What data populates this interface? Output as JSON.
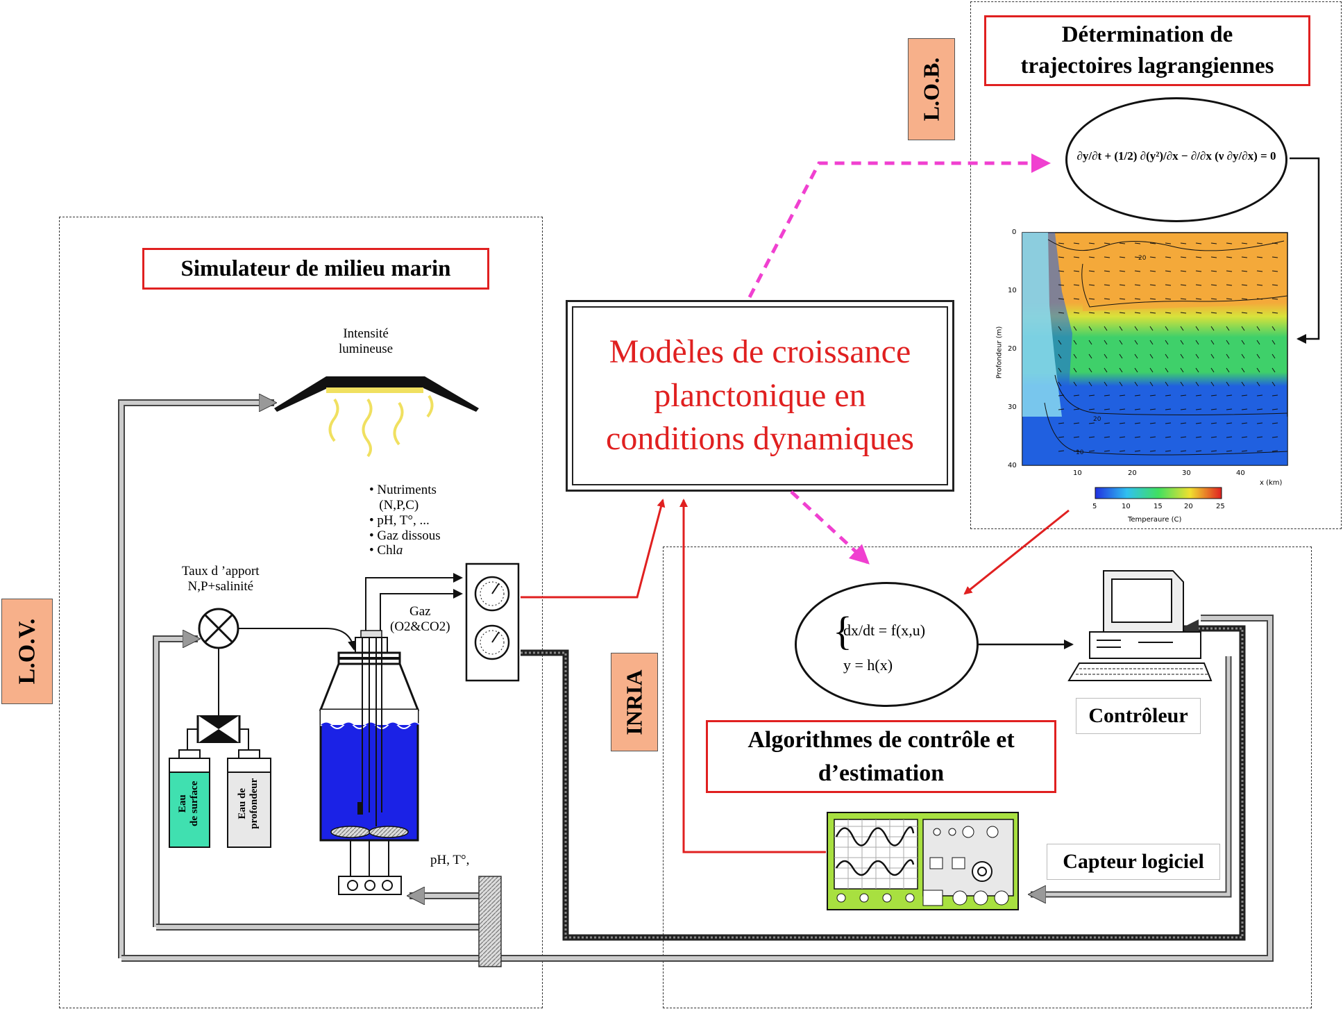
{
  "labs": {
    "lov": "L.O.V.",
    "lob": "L.O.B.",
    "inria": "INRIA"
  },
  "titles": {
    "simulator": "Simulateur de milieu marin",
    "lagrangian": "Détermination de\ntrajectoires lagrangiennes",
    "algorithms": "Algorithmes de contrôle et\nd’estimation",
    "controller": "Contrôleur",
    "soft_sensor": "Capteur logiciel"
  },
  "model": {
    "text": "Modèles de croissance\nplanctonique en\nconditions dynamiques"
  },
  "simulator": {
    "light": "Intensité\nlumineuse",
    "inputs_rate": "Taux d ’apport\nN,P+salinité",
    "measurements": "• Nutriments\n   (N,P,C)\n• pH, T°, ...\n• Gaz dissous\n• Chl",
    "chl_suffix": "a",
    "gas": "Gaz\n(O2&CO2)",
    "surface_water": "Eau\nde surface",
    "deep_water": "Eau de\nprofondeur",
    "ph_t": "pH, T°,"
  },
  "equations": {
    "burgers": "∂y/∂t + (1/2) ∂(y²)/∂x − ∂/∂x (ν ∂y/∂x) = 0",
    "system_line1": "dx/dt = f(x,u)",
    "system_line2": "y = h(x)"
  },
  "plot": {
    "ylabel": "Profondeur (m)",
    "xlabel": "x (km)",
    "colorbar_label": "Temperaure (C)",
    "y_ticks": [
      "0",
      "10",
      "20",
      "30",
      "40"
    ],
    "x_ticks": [
      "10",
      "20",
      "30",
      "40"
    ],
    "cb_ticks": [
      "5",
      "10",
      "15",
      "20",
      "25"
    ],
    "contours": [
      "20",
      "20",
      "10"
    ],
    "colors": {
      "warm": "#f4a93a",
      "mid": "#3fd06a",
      "cold": "#2060e0",
      "cyan": "#8ee0f0"
    }
  },
  "colors": {
    "red": "#e02020",
    "magenta": "#f040d0",
    "tag": "#f7b08a",
    "blue_water": "#1b22e6",
    "teal_bottle": "#40e0b0",
    "instrument_green": "#a8e040"
  }
}
